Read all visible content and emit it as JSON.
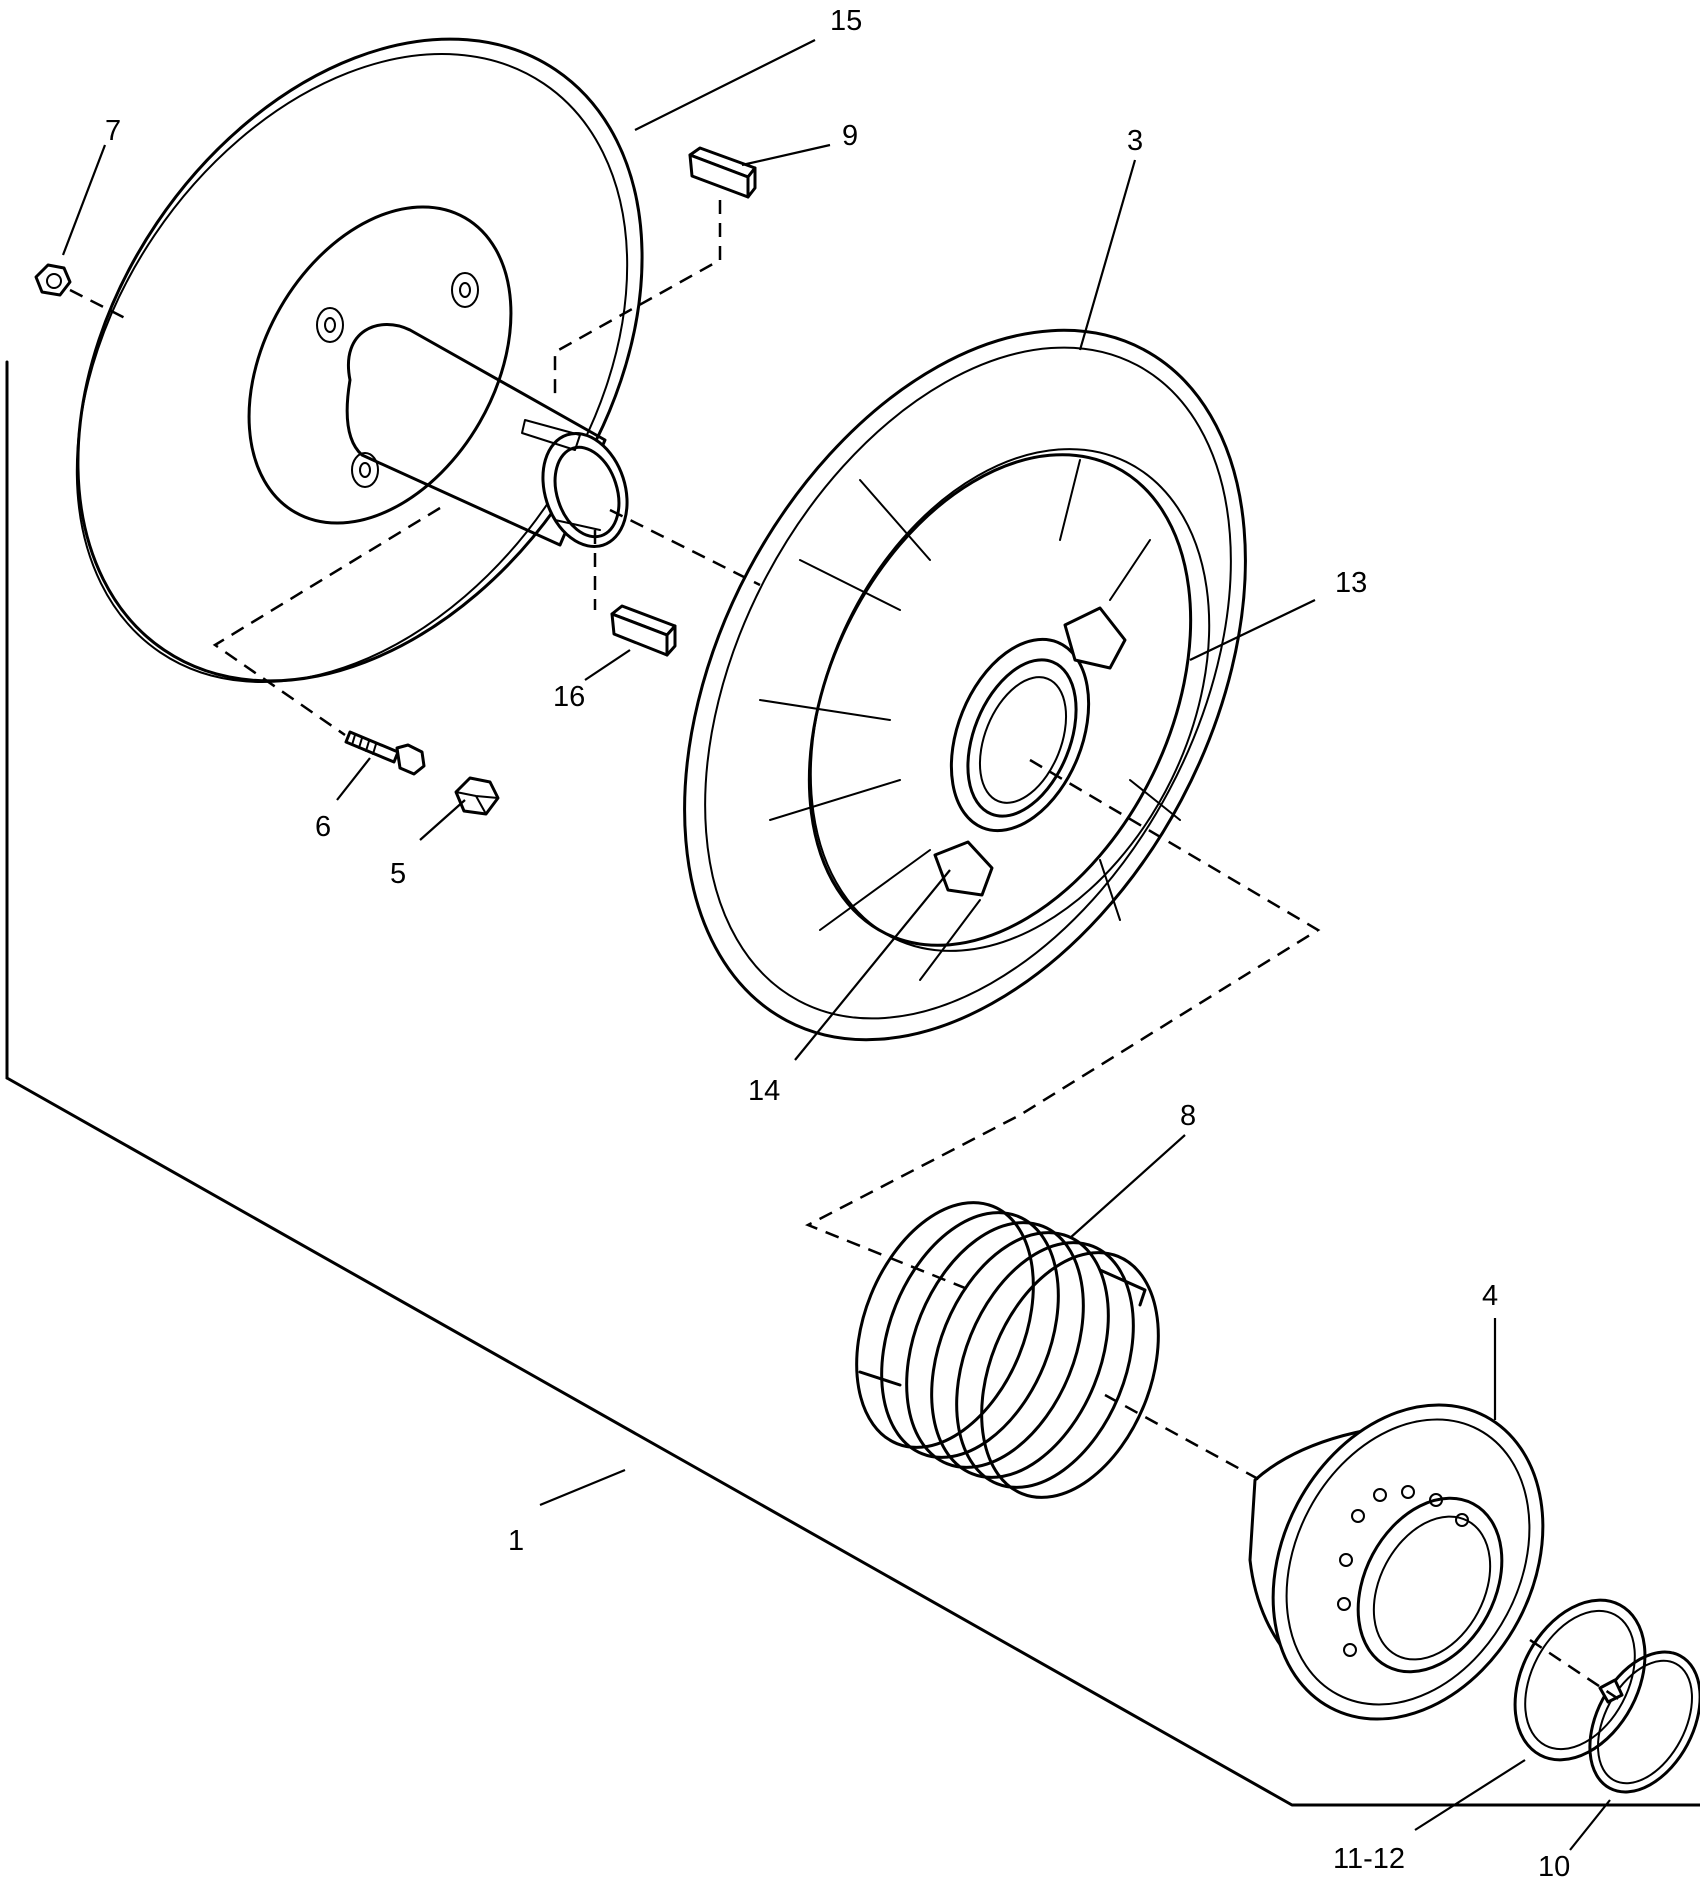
{
  "diagram": {
    "type": "exploded parts diagram",
    "callouts": {
      "c1": "1",
      "c3": "3",
      "c4": "4",
      "c5": "5",
      "c6": "6",
      "c7": "7",
      "c8": "8",
      "c9": "9",
      "c10": "10",
      "c11_12": "11-12",
      "c13": "13",
      "c14": "14",
      "c15": "15",
      "c16": "16"
    }
  }
}
